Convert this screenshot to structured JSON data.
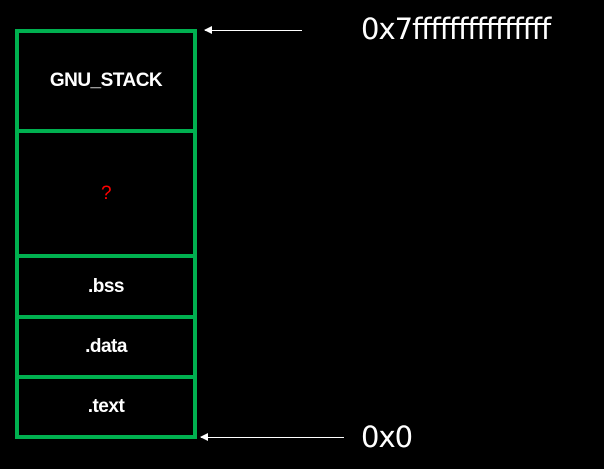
{
  "segments": [
    {
      "label": "GNU_STACK"
    },
    {
      "label": "?"
    },
    {
      "label": ".bss"
    },
    {
      "label": ".data"
    },
    {
      "label": ".text"
    }
  ],
  "addresses": {
    "top": "0x7fffffffffffffff",
    "bottom": "0x0"
  },
  "colors": {
    "border": "#00b050",
    "unknown": "#ff0000",
    "text": "#ffffff",
    "background": "#000000"
  }
}
